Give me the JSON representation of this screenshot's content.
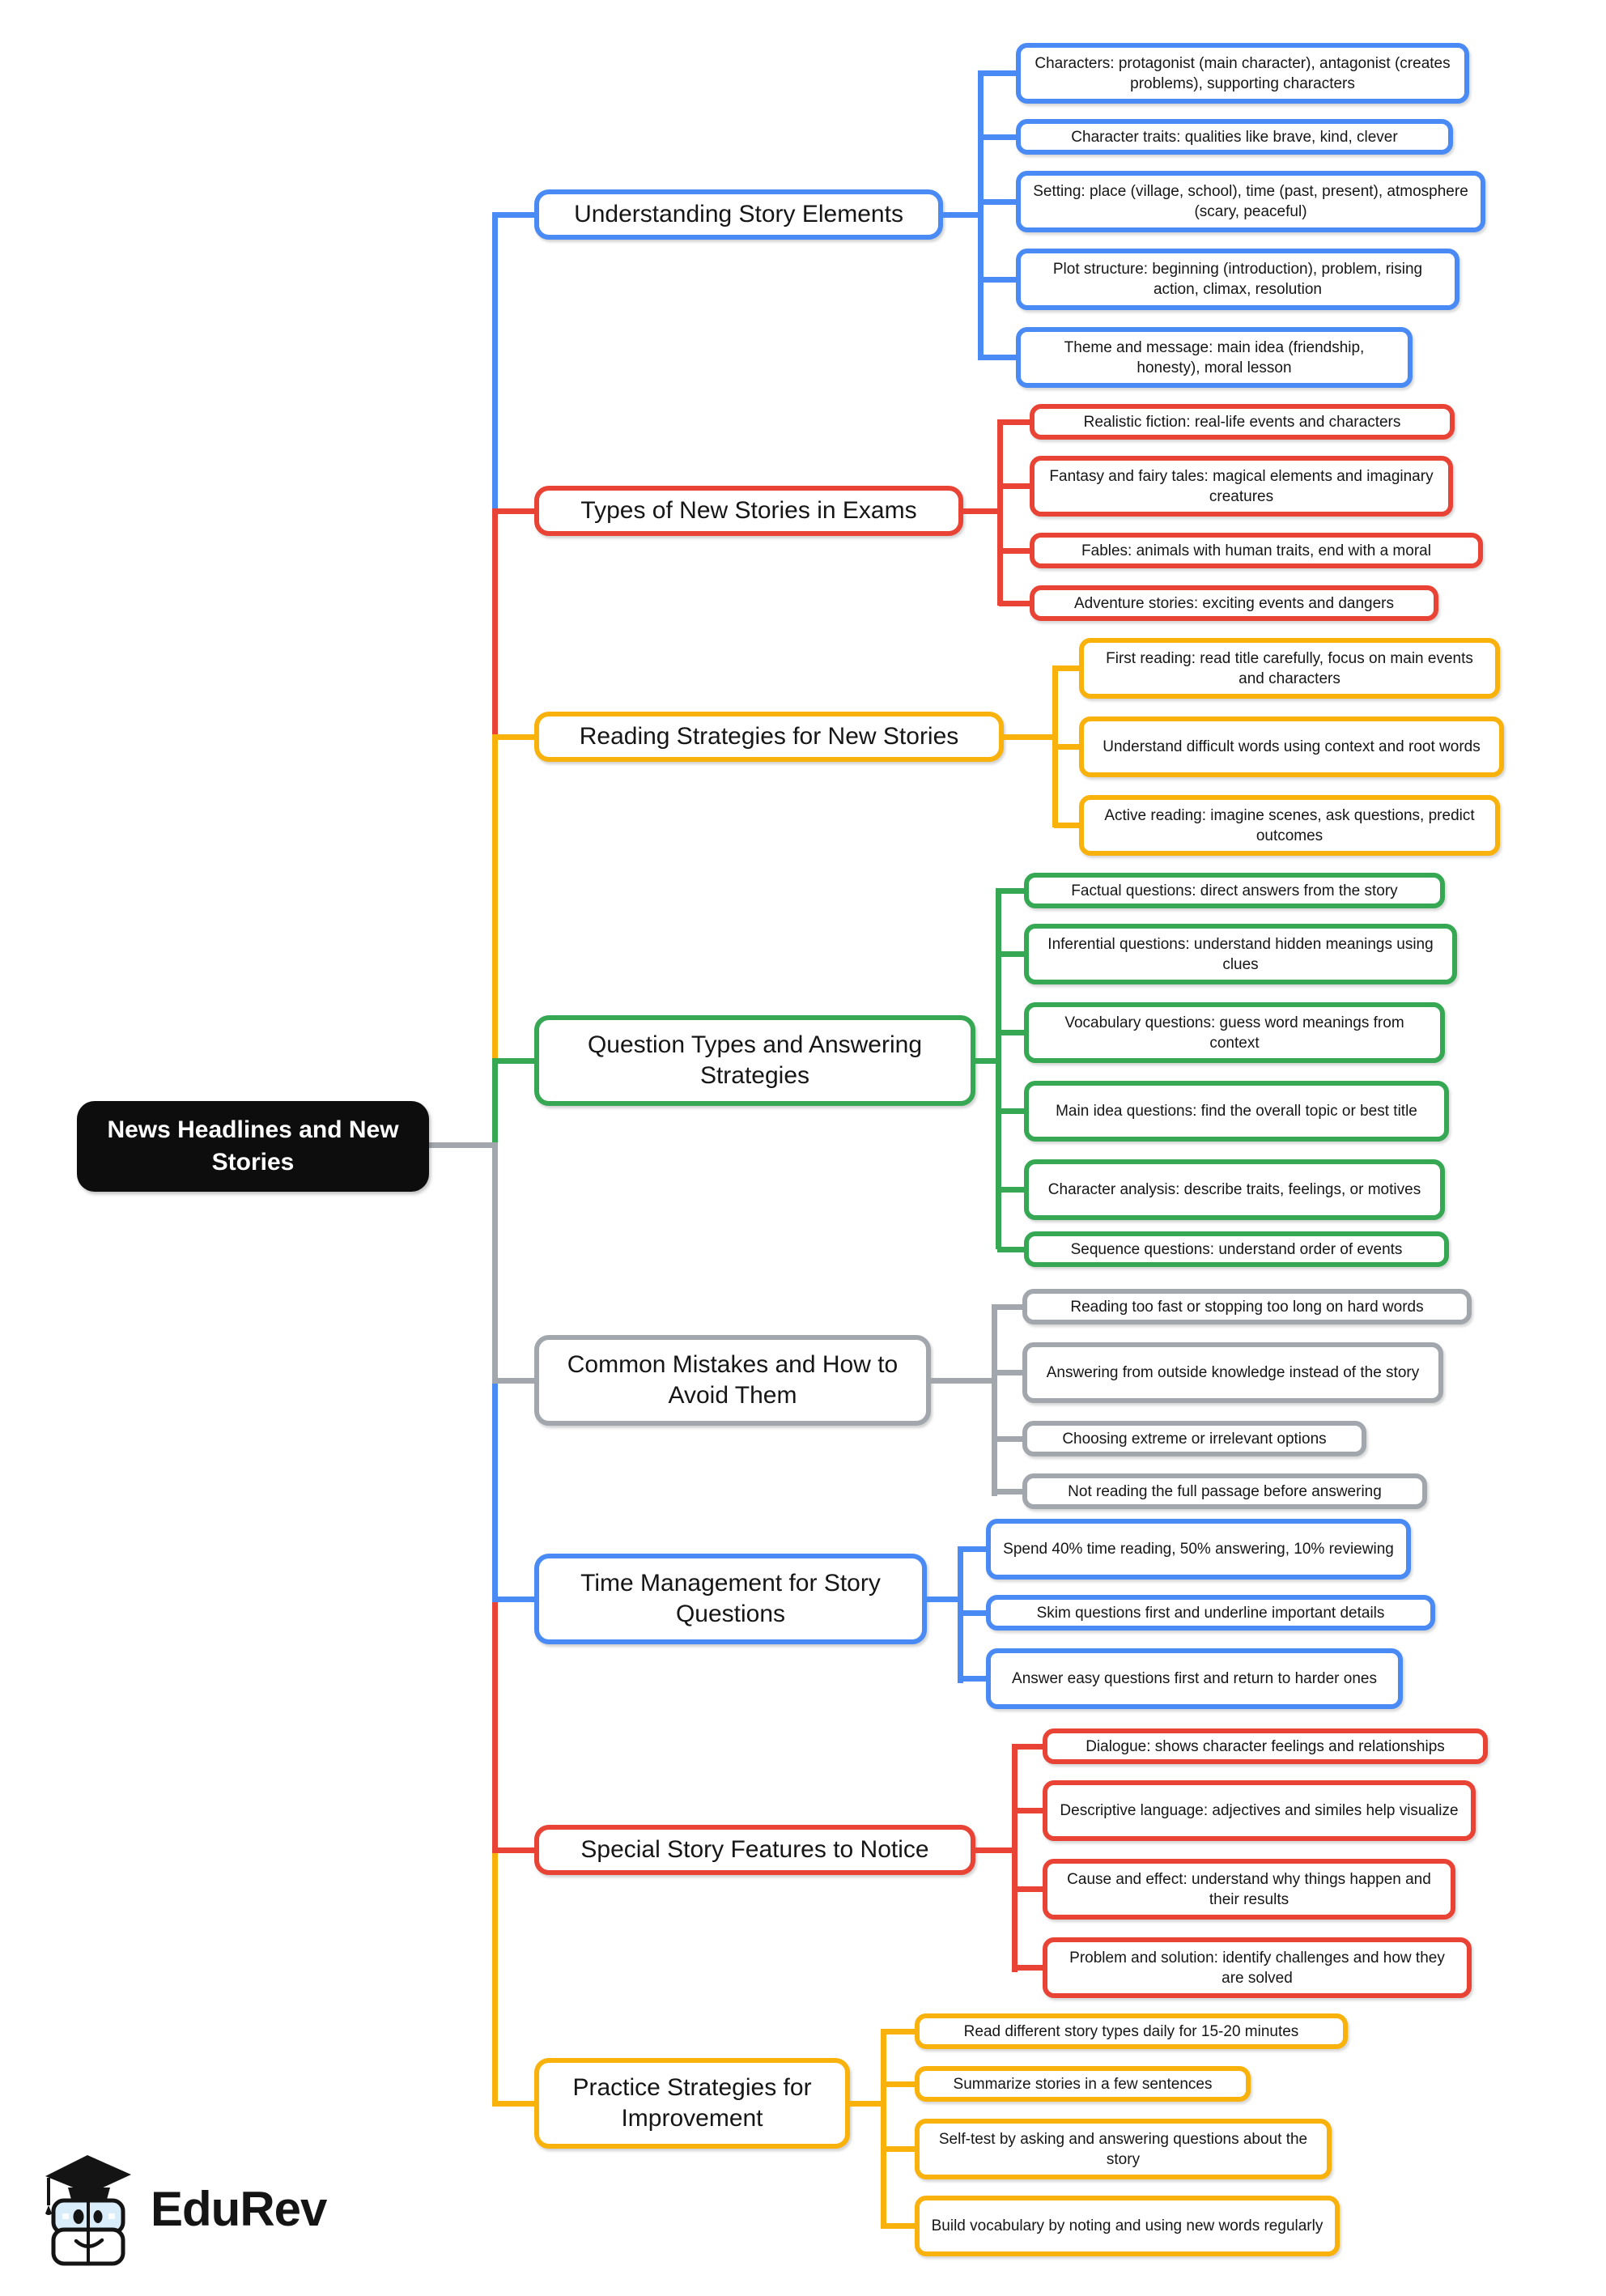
{
  "central": {
    "label": "News Headlines and New Stories"
  },
  "logo": {
    "text": "EduRev"
  },
  "colors": {
    "blue": "#4a8af4",
    "red": "#e94335",
    "yellow": "#f9b10b",
    "green": "#36a853",
    "gray": "#a2a7ad",
    "central_bg": "#0d0d0d"
  },
  "branches": [
    {
      "label": "Understanding Story Elements",
      "color": "blue",
      "children": [
        "Characters: protagonist (main character), antagonist (creates problems), supporting characters",
        "Character traits: qualities like brave, kind, clever",
        "Setting: place (village, school), time (past, present), atmosphere (scary, peaceful)",
        "Plot structure: beginning (introduction), problem, rising action, climax, resolution",
        "Theme and message: main idea (friendship, honesty), moral lesson"
      ]
    },
    {
      "label": "Types of New Stories in Exams",
      "color": "red",
      "children": [
        "Realistic fiction: real-life events and characters",
        "Fantasy and fairy tales: magical elements and imaginary creatures",
        "Fables: animals with human traits, end with a moral",
        "Adventure stories: exciting events and dangers"
      ]
    },
    {
      "label": "Reading Strategies for New Stories",
      "color": "yellow",
      "children": [
        "First reading: read title carefully, focus on main events and characters",
        "Understand difficult words using context and root words",
        "Active reading: imagine scenes, ask questions, predict outcomes"
      ]
    },
    {
      "label": "Question Types and Answering Strategies",
      "color": "green",
      "children": [
        "Factual questions: direct answers from the story",
        "Inferential questions: understand hidden meanings using clues",
        "Vocabulary questions: guess word meanings from context",
        "Main idea questions: find the overall topic or best title",
        "Character analysis: describe traits, feelings, or motives",
        "Sequence questions: understand order of events"
      ]
    },
    {
      "label": "Common Mistakes and How to Avoid Them",
      "color": "gray",
      "children": [
        "Reading too fast or stopping too long on hard words",
        "Answering from outside knowledge instead of the story",
        "Choosing extreme or irrelevant options",
        "Not reading the full passage before answering"
      ]
    },
    {
      "label": "Time Management for Story Questions",
      "color": "blue",
      "children": [
        "Spend 40% time reading, 50% answering, 10% reviewing",
        "Skim questions first and underline important details",
        "Answer easy questions first and return to harder ones"
      ]
    },
    {
      "label": "Special Story Features to Notice",
      "color": "red",
      "children": [
        "Dialogue: shows character feelings and relationships",
        "Descriptive language: adjectives and similes help visualize",
        "Cause and effect: understand why things happen and their results",
        "Problem and solution: identify challenges and how they are solved"
      ]
    },
    {
      "label": "Practice Strategies for Improvement",
      "color": "yellow",
      "children": [
        "Read different story types daily for 15-20 minutes",
        "Summarize stories in a few sentences",
        "Self-test by asking and answering questions about the story",
        "Build vocabulary by noting and using new words regularly"
      ]
    }
  ]
}
